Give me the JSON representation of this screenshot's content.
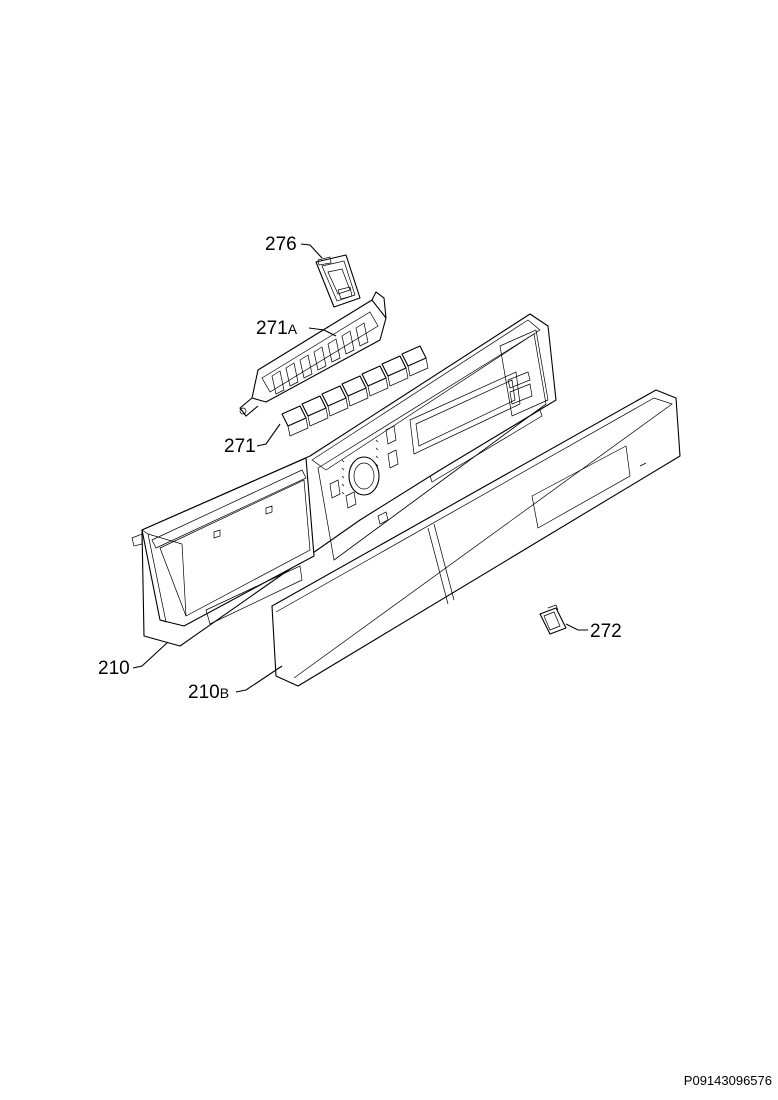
{
  "callouts": {
    "c276": "276",
    "c271A_num": "271",
    "c271A_suffix": "A",
    "c271": "271",
    "c210": "210",
    "c210B_num": "210",
    "c210B_suffix": "B",
    "c272": "272"
  },
  "document_number": "P09143096576"
}
